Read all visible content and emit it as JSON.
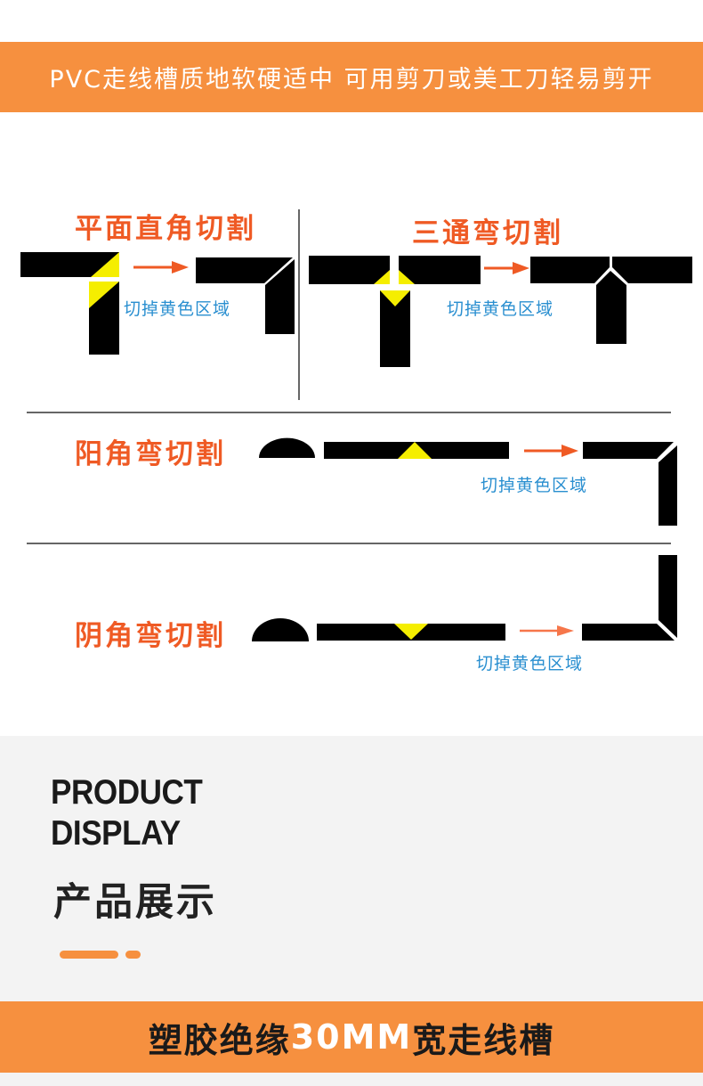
{
  "top_banner": {
    "text": "PVC走线槽质地软硬适中 可用剪刀或美工刀轻易剪开"
  },
  "cutting": {
    "flat_right_angle": {
      "title": "平面直角切割",
      "note": "切掉黄色区域"
    },
    "tee": {
      "title": "三通弯切割",
      "note": "切掉黄色区域"
    },
    "outer_corner": {
      "title": "阳角弯切割",
      "note": "切掉黄色区域"
    },
    "inner_corner": {
      "title": "阴角弯切割",
      "note": "切掉黄色区域"
    }
  },
  "colors": {
    "accent": "#f6903f",
    "arrow": "#ef5a24",
    "cut_area": "#f5ee00",
    "note": "#2a8fd0"
  },
  "product_display": {
    "en_line1": "PRODUCT",
    "en_line2": "DISPLAY",
    "cn": "产品展示"
  },
  "bottom_banner": {
    "prefix": "塑胶绝缘",
    "number": "30MM",
    "suffix": "宽走线槽"
  }
}
